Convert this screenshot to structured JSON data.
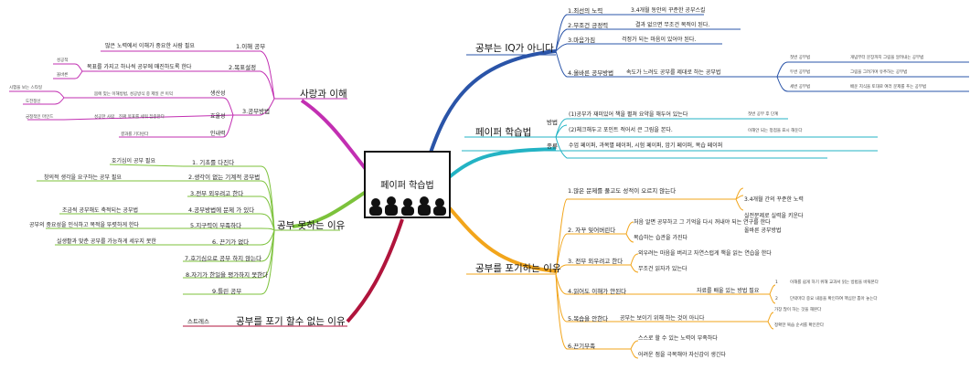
{
  "center": {
    "title": "페이퍼 학습법"
  },
  "branches": {
    "iq": {
      "title": "공부는 IQ가 아니다",
      "items": [
        {
          "label": "1.최선의 노력",
          "detail": "3.4개월 동안의 꾸준한 공부스킬"
        },
        {
          "label": "2.무조건 긍정력",
          "detail": "결과 없으면 무조건 목적이 된다."
        },
        {
          "label": "3.마음가짐",
          "detail": "걱정가 되는 마음이 있어야 된다."
        },
        {
          "label": "4.올바른 공부방법",
          "detail": "속도가 느려도 공부를 제대로 하는 공부법",
          "subs": [
            "첫번 공부법",
            "두번 공부법",
            "세번 공부법"
          ],
          "subdetails": [
            "개념부터 문장까지 그림을 알려내는 공부법",
            "그림을 그려가며 유추하는 공부법",
            "배운 지식을 토대로 여러 문제를 푸는 공부법"
          ]
        }
      ]
    },
    "paper": {
      "title": "페이퍼 학습법",
      "rows": [
        {
          "label": "방법",
          "items": [
            "(1)공부가 재미있어 책을 펼쳐 요약을 해두어 있는다",
            "(2)체크해두고 포인트 적어서 큰 그림을 본다."
          ],
          "notes": [
            "첫번 공부 후 단계",
            "이해안 되는 정점을 표시 해둔다"
          ]
        },
        {
          "label": "종류",
          "items": [
            "수업 페이퍼, 과목별 페이퍼, 시험 페이퍼, 암기 페이퍼, 복습 페이퍼"
          ]
        }
      ]
    },
    "giveup": {
      "title": "공부를 포기하는 이유",
      "items": [
        {
          "label": "1.많은 문제를 풀고도 성적이 오르지 않는다",
          "subs": [
            "3.4개월 간의 꾸준한 노력",
            "실전문제로 실력을 키운다",
            "올바른 공부방법"
          ]
        },
        {
          "label": "2. 자꾸 잊어버린다",
          "subs": [
            "처음 알면 공부하고 그 기억을 다시 꺼내야 되는 연구를 한다",
            "복습하는 습관을 가진다"
          ]
        },
        {
          "label": "3. 전부 외우려고 한다",
          "subs": [
            "외우려는 마음을 버리고 자연스럽게 책을 읽는 연습을 한다",
            "무조건 읽자가 있는다"
          ]
        },
        {
          "label": "4.읽어도 이해가 안된다",
          "subs": [
            "자료를 배울 있는 방법 필요"
          ],
          "notes": [
            "1",
            "2"
          ],
          "notetexts": [
            "이해를 쉽게 하기 위해 교과서 읽는 방법을 바꿔본다",
            "단락마다 중요 내용을 확인하여 핵심만 뽑아 놓는다"
          ]
        },
        {
          "label": "5.복습을 안한다",
          "subs": [
            "공부는 보이기 위해 하는 것이 아니다"
          ],
          "notes": [
            "가장 많이 하는 것을 해본다",
            "정확한 복습 순서를 확인한다"
          ]
        },
        {
          "label": "6.끈기부족",
          "subs": [
            "스스로 할 수 있는 노력이 부족하다",
            "어려운 점을 극복해야 자신감이 생긴다"
          ]
        }
      ]
    },
    "reason": {
      "title": "공부를 포기 할수 없는 이유",
      "detail": "스트레스"
    },
    "cannot": {
      "title": "공부 못하는 이유",
      "items": [
        {
          "label": "1. 기초를 다진다",
          "detail": ""
        },
        {
          "label": "2.생각이 없는 기계적 공부법",
          "detail": "창의적 생각을 요구하는 공부 필요"
        },
        {
          "label": "3.전부 외우려고 한다",
          "detail": ""
        },
        {
          "label": "4.공부방법에 문제 가 있다",
          "detail": "조금씩 공부해도 축적되는 공부법"
        },
        {
          "label": "5.지구력이 부족하다",
          "detail": "공부의 중요성을 인식하고 목적을 뚜렷하게 한다"
        },
        {
          "label": "6. 끈기가 없다",
          "detail": "실생활과 맞춘 공부를 가능하게 세우지 못한"
        },
        {
          "label": "7.호기심으로 공부 하지 않는다",
          "detail": ""
        },
        {
          "label": "8.자기가 한일을 평가하지 못한다",
          "detail": ""
        },
        {
          "label": "9.틀린 공부",
          "detail": ""
        }
      ],
      "top_detail": "호기심이 공부 필요"
    },
    "love": {
      "title": "사랑과 이해",
      "items": [
        {
          "label": "1.이해 공부",
          "detail": "많은 노력에서 이해가 중요한 사람 필요"
        },
        {
          "label": "2.목표설정",
          "detail": "목표를 가지고 하나씩 공부에 매진하도록 한다",
          "subs": [
            "성공적",
            "올바른"
          ]
        },
        {
          "label": "3.공부방법",
          "subs": [
            "생산성",
            "효율성",
            "인내력"
          ],
          "subdetails": [
            "몸에 맞는 이해방법, 성공방식 중 제일 큰 이익",
            "성공한 사람",
            "진짜 목표를 세워 집중한다"
          ],
          "notes": [
            "시험을 보는 스타일",
            "도전정신",
            "긍정적인 마인드",
            "결과를 기다린다"
          ]
        }
      ]
    }
  }
}
